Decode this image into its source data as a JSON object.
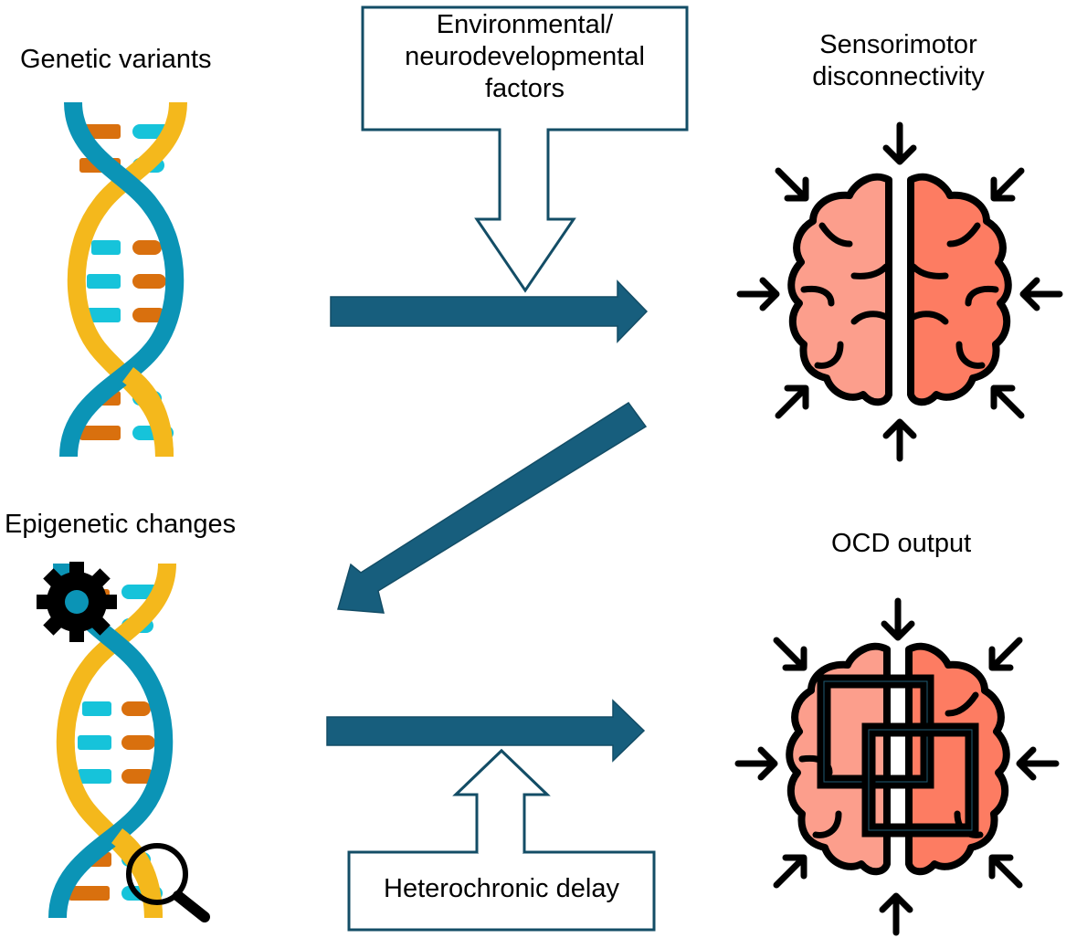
{
  "diagram": {
    "nodes": {
      "genetic_variants": {
        "label": "Genetic variants",
        "icon": "dna-icon"
      },
      "epigenetic_changes": {
        "label": "Epigenetic changes",
        "icon": "dna-gear-magnifier-icon"
      },
      "sensorimotor": {
        "label_line1": "Sensorimotor",
        "label_line2": "disconnectivity",
        "icon": "brain-arrows-icon"
      },
      "ocd_output": {
        "label": "OCD output",
        "icon": "brain-overlapping-squares-icon"
      }
    },
    "modifiers": {
      "environmental": {
        "line1": "Environmental/",
        "line2": "neurodevelopmental",
        "line3": "factors",
        "direction": "down"
      },
      "heterochronic": {
        "label": "Heterochronic delay",
        "direction": "up"
      }
    },
    "edges": [
      {
        "from": "genetic_variants",
        "to": "sensorimotor",
        "modifier": "environmental"
      },
      {
        "from": "sensorimotor",
        "to": "epigenetic_changes"
      },
      {
        "from": "epigenetic_changes",
        "to": "ocd_output",
        "modifier": "heterochronic"
      }
    ],
    "colors": {
      "arrow": "#175e7d",
      "arrow_stroke": "#134d66",
      "dna_blue": "#0b94b6",
      "dna_yellow": "#f4b81c",
      "base_orange": "#d9700e",
      "base_cyan": "#16c3da",
      "brain_left": "#fc9e8c",
      "brain_right": "#fd7c62",
      "outline": "#000000"
    }
  }
}
